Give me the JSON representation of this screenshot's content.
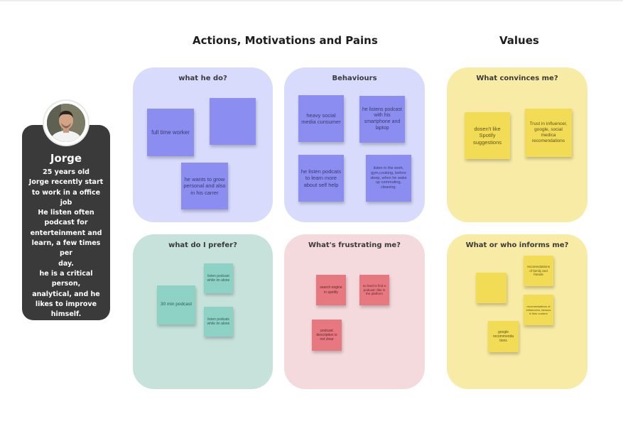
{
  "headers": {
    "actions": "Actions, Motivations and Pains",
    "values": "Values"
  },
  "persona": {
    "name": "Jorge",
    "description_lines": [
      "25 years old",
      "Jorge recently start",
      "to work in a office job",
      "He listen often",
      "podcast for",
      "enterteinment and",
      "learn, a few times per",
      "day.",
      "he is a critical person,",
      "analytical, and he",
      "likes to improve",
      "himself."
    ]
  },
  "panels": {
    "what_he_do": {
      "title": "what he do?",
      "color": "#d8dbfb",
      "notes": [
        "full time worker",
        "",
        "he wants to grow personal and also in his carrer"
      ]
    },
    "behaviours": {
      "title": "Behaviours",
      "color": "#d8dbfb",
      "notes": [
        "heavy social media cunsumer",
        "he listens podcast with his smartphone and laptop",
        "he listen podcats to learn more about self help",
        "listen in the work, gym,cooking, before sleep, when he wake up commuting, cleaning."
      ]
    },
    "what_convinces": {
      "title": "What convinces me?",
      "color": "#f8eba6",
      "notes": [
        "dosen't like Spotify suggestions",
        "Trust in influencer, google, social medica recomendations"
      ]
    },
    "what_prefer": {
      "title": "what do I prefer?",
      "color": "#c7e2db",
      "notes": [
        "listen podcast while im alone",
        "30 min podcast",
        "listen podcats while im alone"
      ]
    },
    "frustrating": {
      "title": "What's frustrating me?",
      "color": "#f4dadc",
      "notes": [
        "search engine in spotify",
        "so hard to find a podcast i like in the platform",
        "podcast description is not clear"
      ]
    },
    "informs": {
      "title": "What or who informs me?",
      "color": "#f8eba6",
      "notes": [
        "recomendations of family and friends",
        "",
        "recomendations of influencers, famous tt their content",
        "google recommenda tions"
      ]
    }
  }
}
